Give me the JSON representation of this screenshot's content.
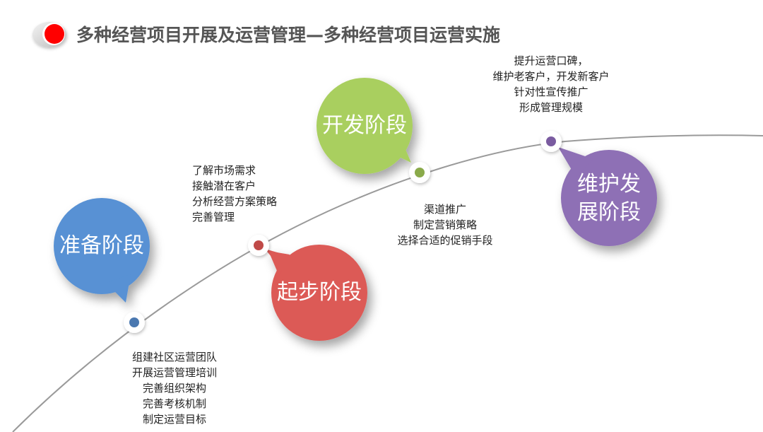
{
  "title": "多种经营项目开展及运营管理—多种经营项目运营实施",
  "colors": {
    "blue": "#5891d4",
    "red": "#dc5a57",
    "green": "#a9cf5f",
    "purple": "#8e6fb5",
    "title_dot": "#ff0000"
  },
  "stages": [
    {
      "label": "准备阶段",
      "items": [
        "组建社区运营团队",
        "开展运营管理培训",
        "完善组织架构",
        "完善考核机制",
        "制定运营目标"
      ]
    },
    {
      "label": "起步阶段",
      "items": [
        "了解市场需求",
        "接触潜在客户",
        "分析经营方案策略",
        "完善管理"
      ]
    },
    {
      "label": "开发阶段",
      "items": [
        "渠道推广",
        "制定营销策略",
        "选择合适的促销手段"
      ]
    },
    {
      "label_lines": [
        "维护发",
        "展阶段"
      ],
      "items": [
        "提升运营口碑，",
        "维护老客户，开发新客户",
        "针对性宣传推广",
        "形成管理规模"
      ]
    }
  ]
}
